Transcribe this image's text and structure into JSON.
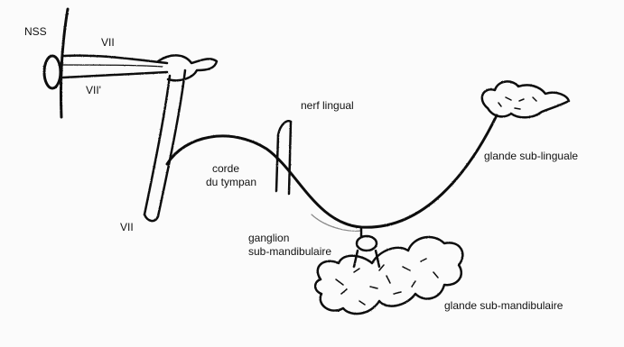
{
  "labels": {
    "nss": "NSS",
    "vii_top": "VII",
    "vii_prime": "VII'",
    "vii_bottom": "VII",
    "nerf_lingual": "nerf lingual",
    "corde_line1": "corde",
    "corde_line2": "du tympan",
    "glande_sub_linguale": "glande sub-linguale",
    "ganglion_line1": "ganglion",
    "ganglion_line2": "sub-mandibulaire",
    "glande_sub_mandibulaire": "glande sub-mandibulaire"
  },
  "colors": {
    "ink": "#111111",
    "shade": "#8a8a8a",
    "paper": "#fbfbfb"
  }
}
